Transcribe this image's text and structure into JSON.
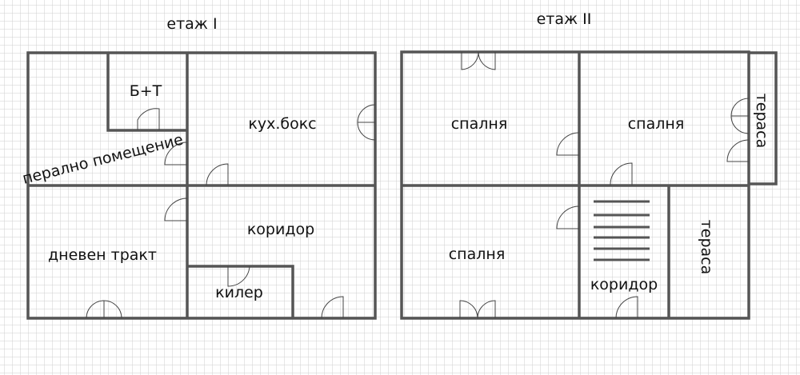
{
  "floors": [
    {
      "title": "етаж I",
      "rooms": {
        "bath": "Б+Т",
        "laundry": "перално помещение",
        "kitchen": "кух.бокс",
        "living": "дневен тракт",
        "corridor": "коридор",
        "pantry": "килер"
      }
    },
    {
      "title": "етаж II",
      "rooms": {
        "bedroom1": "спалня",
        "bedroom2": "спалня",
        "bedroom3": "спалня",
        "terrace1": "тераса",
        "terrace2": "тераса",
        "corridor": "коридор"
      }
    }
  ],
  "colors": {
    "grid": "#c8c8c8",
    "wall": "#555555"
  }
}
